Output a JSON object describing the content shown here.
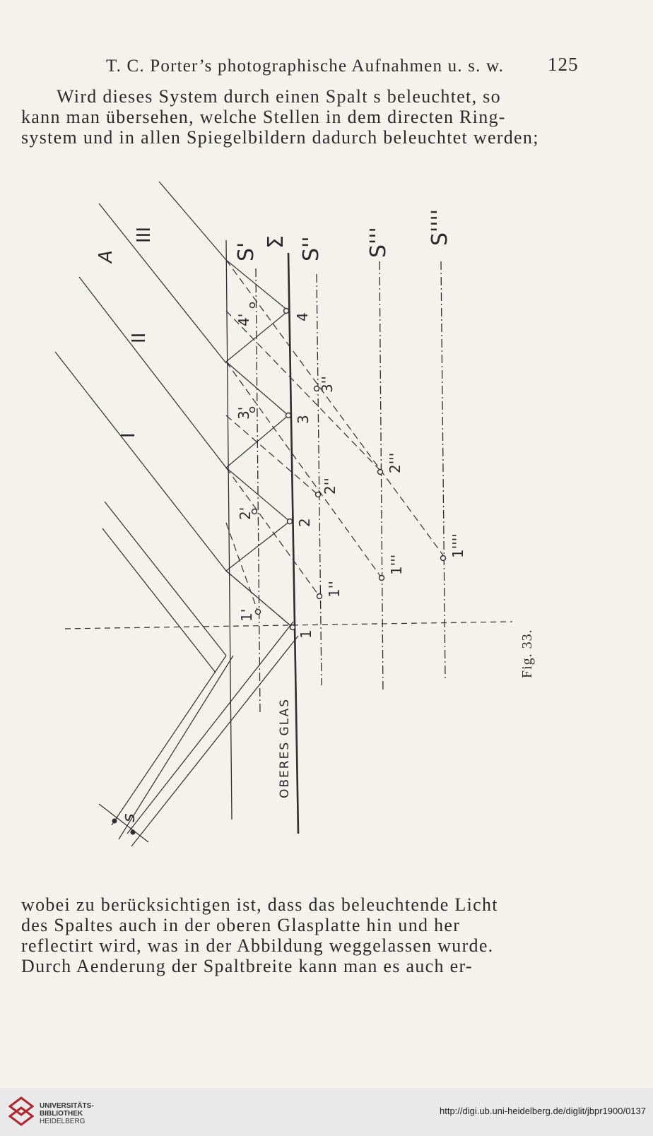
{
  "header": {
    "running_title": "T. C. Porter’s photographische Aufnahmen u. s. w.",
    "page_number": "125"
  },
  "paragraph_top": [
    "Wird dieses System durch einen Spalt s beleuchtet, so",
    "kann man übersehen, welche Stellen in dem directen Ring-",
    "system und in allen Spiegelbildern dadurch beleuchtet werden;"
  ],
  "figure": {
    "caption": "Fig. 33.",
    "labels": {
      "A": "A",
      "I": "I",
      "II": "II",
      "III": "III",
      "S1": "S'",
      "Sigma": "Σ",
      "S2": "S''",
      "S3": "S'''",
      "S4": "S''''",
      "p4p": "4'",
      "p4": "4",
      "p3pp": "3''",
      "p3p": "3'",
      "p3": "3",
      "p2ppp": "2'''",
      "p2pp": "2''",
      "p2p": "2'",
      "p2": "2",
      "p1pppp": "1''''",
      "p1ppp": "1'''",
      "p1pp": "1''",
      "p1p": "1'",
      "p1": "1",
      "glass": "OBERES GLAS",
      "s": "s"
    }
  },
  "paragraph_bottom": [
    "wobei zu berücksichtigen ist, dass das beleuchtende Licht",
    "des Spaltes auch in der oberen Glasplatte hin und her",
    "reflectirt wird, was in der Abbildung weggelassen wurde.",
    "Durch Aenderung der Spaltbreite kann man es auch er-"
  ],
  "footer": {
    "library_line1": "UNIVERSITÄTS-",
    "library_line2": "BIBLIOTHEK",
    "library_line3": "HEIDELBERG",
    "url": "http://digi.ub.uni-heidelberg.de/diglit/jbpr1900/0137"
  },
  "colors": {
    "page": "#f4f2ed",
    "ink": "#2b2b2b",
    "logo": "#b3262d",
    "footer": "#e9e9e9"
  }
}
